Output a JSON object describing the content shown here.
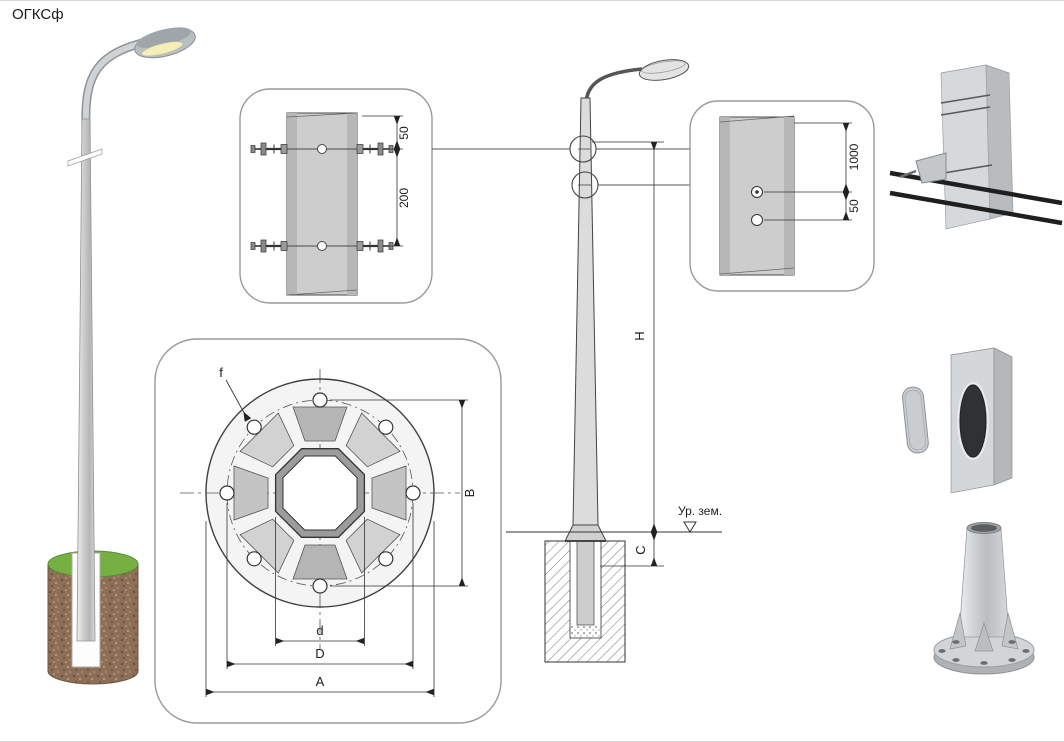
{
  "title": "ОГКСф",
  "colors": {
    "grass": "#76b043",
    "soil": "#8d6f58",
    "lamp_glow": "#f5eeb8",
    "metal": "#cdcdcd",
    "line": "#3a3a3a"
  },
  "detail_bolt_joint": {
    "dim_offset": "50",
    "dim_spacing": "200"
  },
  "detail_hole_joint": {
    "dim_spacing": "1000",
    "dim_offset": "50"
  },
  "flange_plan": {
    "hole_label": "f",
    "vertical_span_label": "B",
    "inner_width_label": "d",
    "bolt_circle_label": "D",
    "outer_width_label": "A"
  },
  "elevation": {
    "height_label": "H",
    "embed_label": "C",
    "ground_label": "Ур. зем."
  }
}
